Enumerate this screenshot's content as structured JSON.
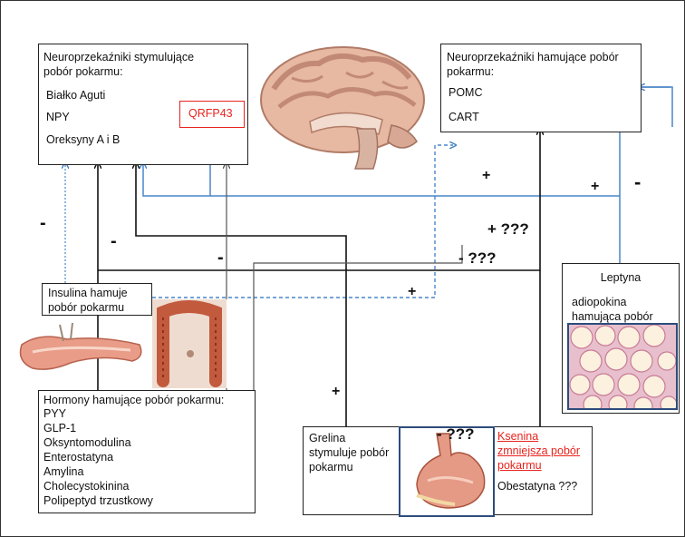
{
  "stimulating": {
    "title": "Neuroprzekaźniki stymulujące pobór pokarmu:",
    "items": [
      "Białko Aguti",
      "NPY",
      "Oreksyny A i B"
    ]
  },
  "qrfp": "QRFP43",
  "inhibiting": {
    "title": "Neuroprzekaźniki hamujące pobór pokarmu:",
    "items": [
      "POMC",
      "CART"
    ]
  },
  "insulin": {
    "label": "Insulina hamuje pobór pokarmu"
  },
  "hormones": {
    "title": "Hormony hamujące pobór pokarmu:",
    "items": [
      "PYY",
      "GLP-1",
      "Oksyntomodulina",
      "Enterostatyna",
      "Amylina",
      "Cholecystokinina",
      "Polipeptyd trzustkowy"
    ]
  },
  "leptin": {
    "title": "Leptyna",
    "desc": "adiopokina hamująca pobór pokarmu"
  },
  "ghrelin": {
    "label": "Grelina stymuluje pobór pokarmu"
  },
  "xenin": "Ksenina zmniejsza pobór pokarmu",
  "obestatin": "Obestatyna ???",
  "signs": {
    "minus": "-",
    "plus": "+",
    "plus_qqq": "+ ???",
    "minus_qqq": "- ???"
  },
  "colors": {
    "red": "#e8231d",
    "blue": "#4a86c8",
    "black": "#111111",
    "dashed_blue": "#4a86c8"
  }
}
